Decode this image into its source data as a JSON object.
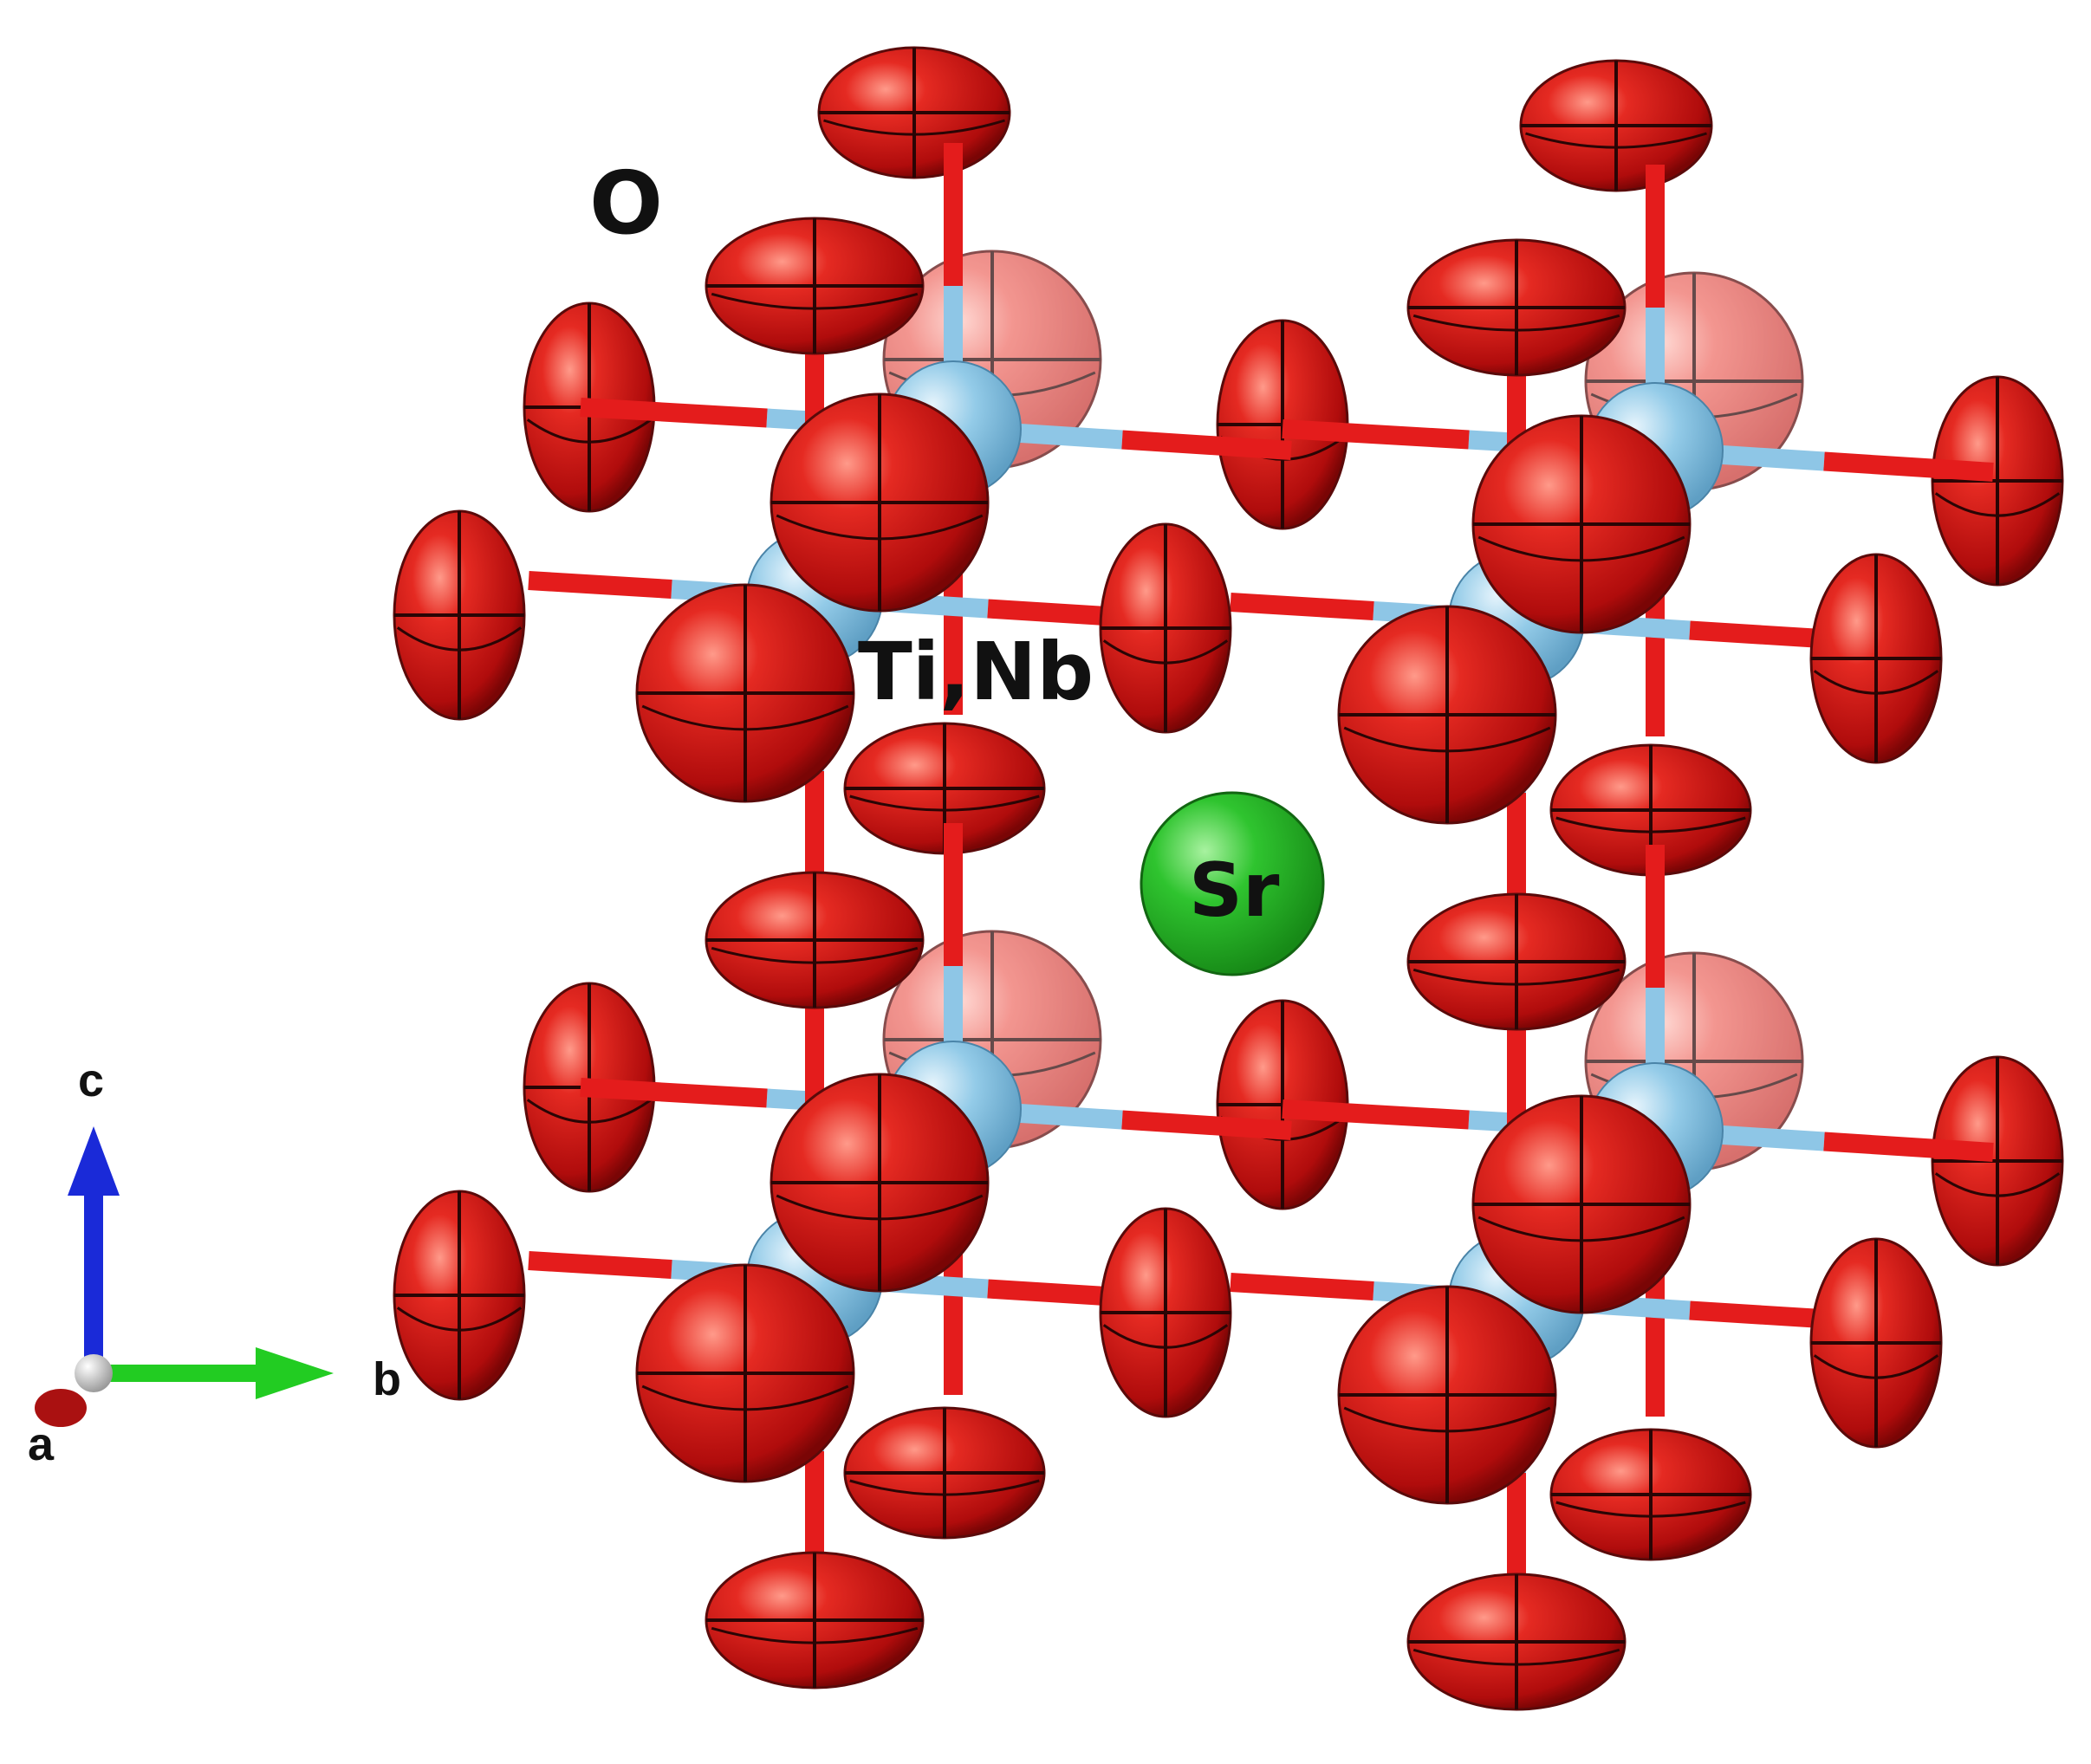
{
  "labels": {
    "oxygen": "O",
    "b_site": "Ti,Nb",
    "a_site": "Sr"
  },
  "axes": {
    "c": "c",
    "b": "b",
    "a": "a"
  },
  "colors": {
    "oxygen": "#cc1111",
    "b_site": "#8ec6e6",
    "a_site": "#2ebd2e",
    "axis_c": "#1a2ad8",
    "axis_b": "#22cc22",
    "axis_a": "#aa1111"
  }
}
